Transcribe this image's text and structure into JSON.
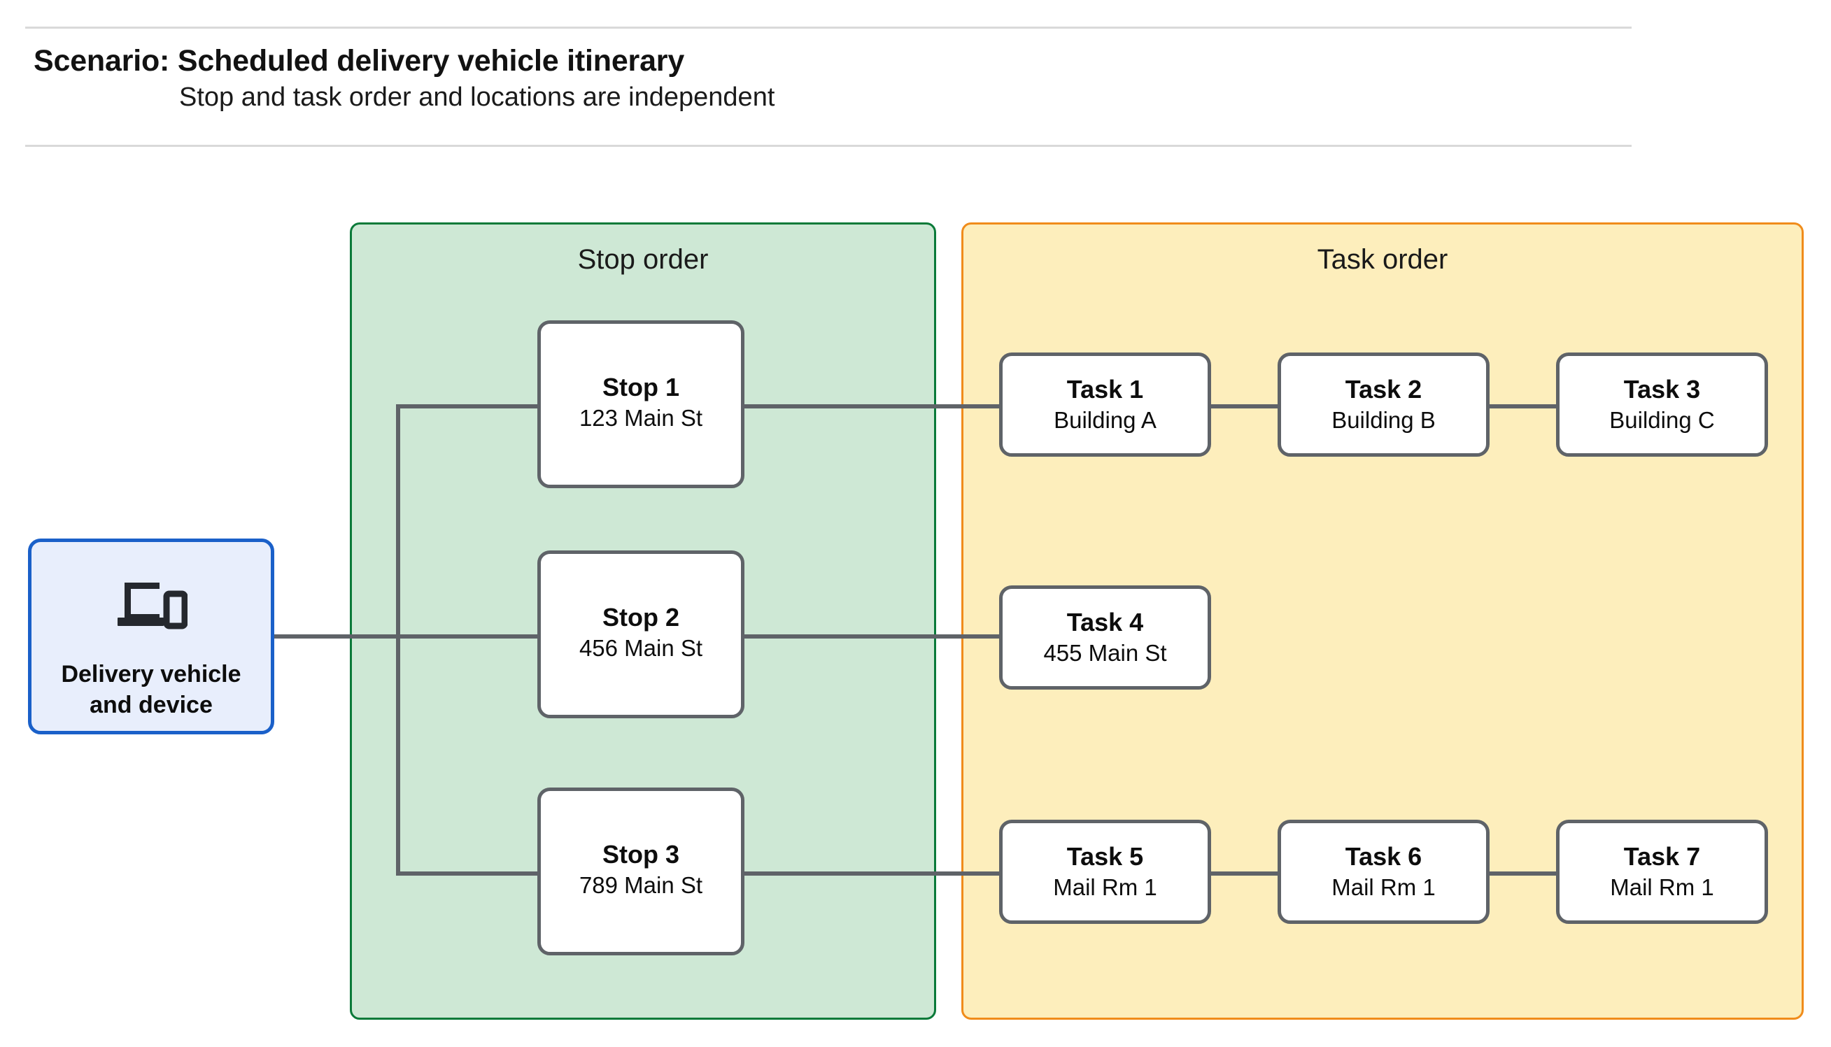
{
  "header": {
    "title": "Scenario: Scheduled delivery vehicle itinerary",
    "subtitle": "Stop and task order and locations are independent"
  },
  "vehicle": {
    "label": "Delivery vehicle\nand device",
    "label_line1": "Delivery vehicle",
    "label_line2": "and device",
    "icon": "devices-icon",
    "border_color": "#1a60c9",
    "fill_color": "#e8eefc"
  },
  "panels": {
    "stop": {
      "title": "Stop order",
      "fill_color": "#cee8d5",
      "border_color": "#0a7a39"
    },
    "task": {
      "title": "Task order",
      "fill_color": "#fdeebc",
      "border_color": "#f08c1b"
    }
  },
  "stops": [
    {
      "title": "Stop 1",
      "location": "123 Main St"
    },
    {
      "title": "Stop 2",
      "location": "456 Main St"
    },
    {
      "title": "Stop 3",
      "location": "789 Main St"
    }
  ],
  "task_rows": [
    [
      {
        "title": "Task 1",
        "location": "Building A"
      },
      {
        "title": "Task 2",
        "location": "Building B"
      },
      {
        "title": "Task 3",
        "location": "Building C"
      }
    ],
    [
      {
        "title": "Task 4",
        "location": "455 Main St"
      }
    ],
    [
      {
        "title": "Task 5",
        "location": "Mail Rm 1"
      },
      {
        "title": "Task 6",
        "location": "Mail Rm 1"
      },
      {
        "title": "Task 7",
        "location": "Mail Rm 1"
      }
    ]
  ],
  "connector_color": "#5f6368"
}
